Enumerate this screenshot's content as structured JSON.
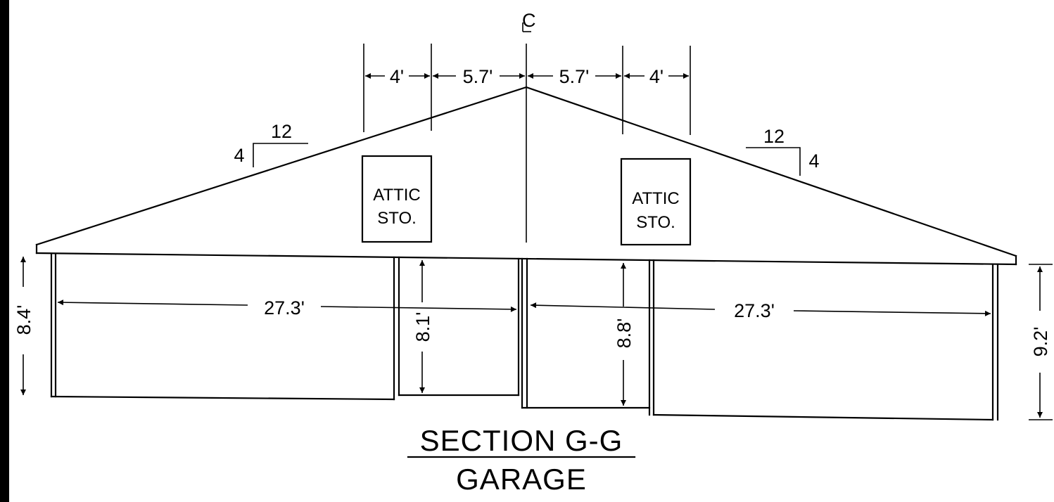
{
  "drawing": {
    "centerline_mark": "C",
    "top_dims": [
      "4'",
      "5.7'",
      "5.7'",
      "4'"
    ],
    "slopes": {
      "left": {
        "run": "12",
        "rise": "4"
      },
      "right": {
        "run": "12",
        "rise": "4"
      }
    },
    "rooms": {
      "left": {
        "line1": "ATTIC",
        "line2": "STO."
      },
      "right": {
        "line1": "ATTIC",
        "line2": "STO."
      }
    },
    "spans": {
      "left": "27.3'",
      "right": "27.3'"
    },
    "heights": {
      "outer_left": "8.4'",
      "inner_left": "8.1'",
      "inner_right": "8.8'",
      "outer_right": "9.2'"
    },
    "title": {
      "line1": "SECTION G-G",
      "line2": "GARAGE"
    }
  }
}
